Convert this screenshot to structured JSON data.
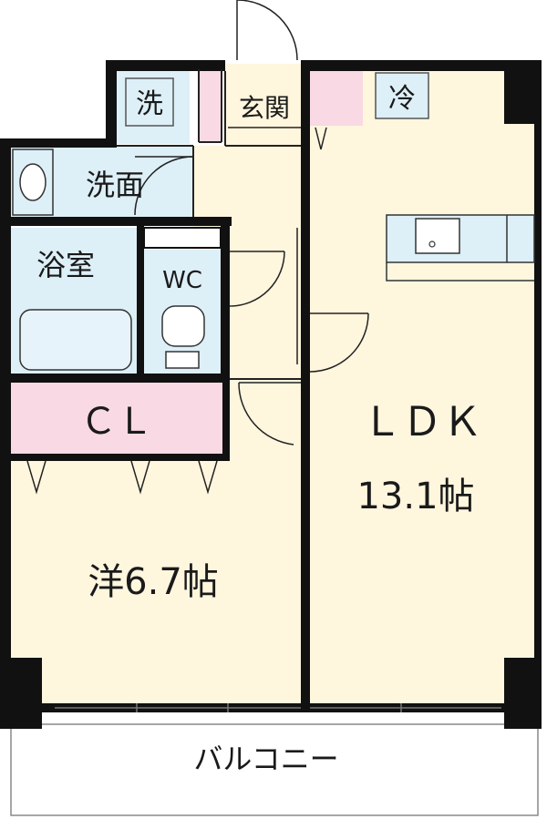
{
  "rooms": {
    "ldk": {
      "name": "ＬＤＫ",
      "size": "13.1帖"
    },
    "western": {
      "name": "洋6.7帖"
    },
    "closet": {
      "name": "ＣＬ"
    },
    "washroom": {
      "name": "洗面"
    },
    "bath": {
      "name": "浴室"
    },
    "toilet": {
      "name": "WC"
    },
    "entrance": {
      "name": "玄関"
    },
    "washer": {
      "name": "洗"
    },
    "fridge": {
      "name": "冷"
    },
    "balcony": {
      "name": "バルコニー"
    }
  },
  "colors": {
    "floor": "#FFF6DE",
    "wet": "#DDEFF7",
    "storage": "#F9D9E3",
    "wall": "#111111"
  }
}
